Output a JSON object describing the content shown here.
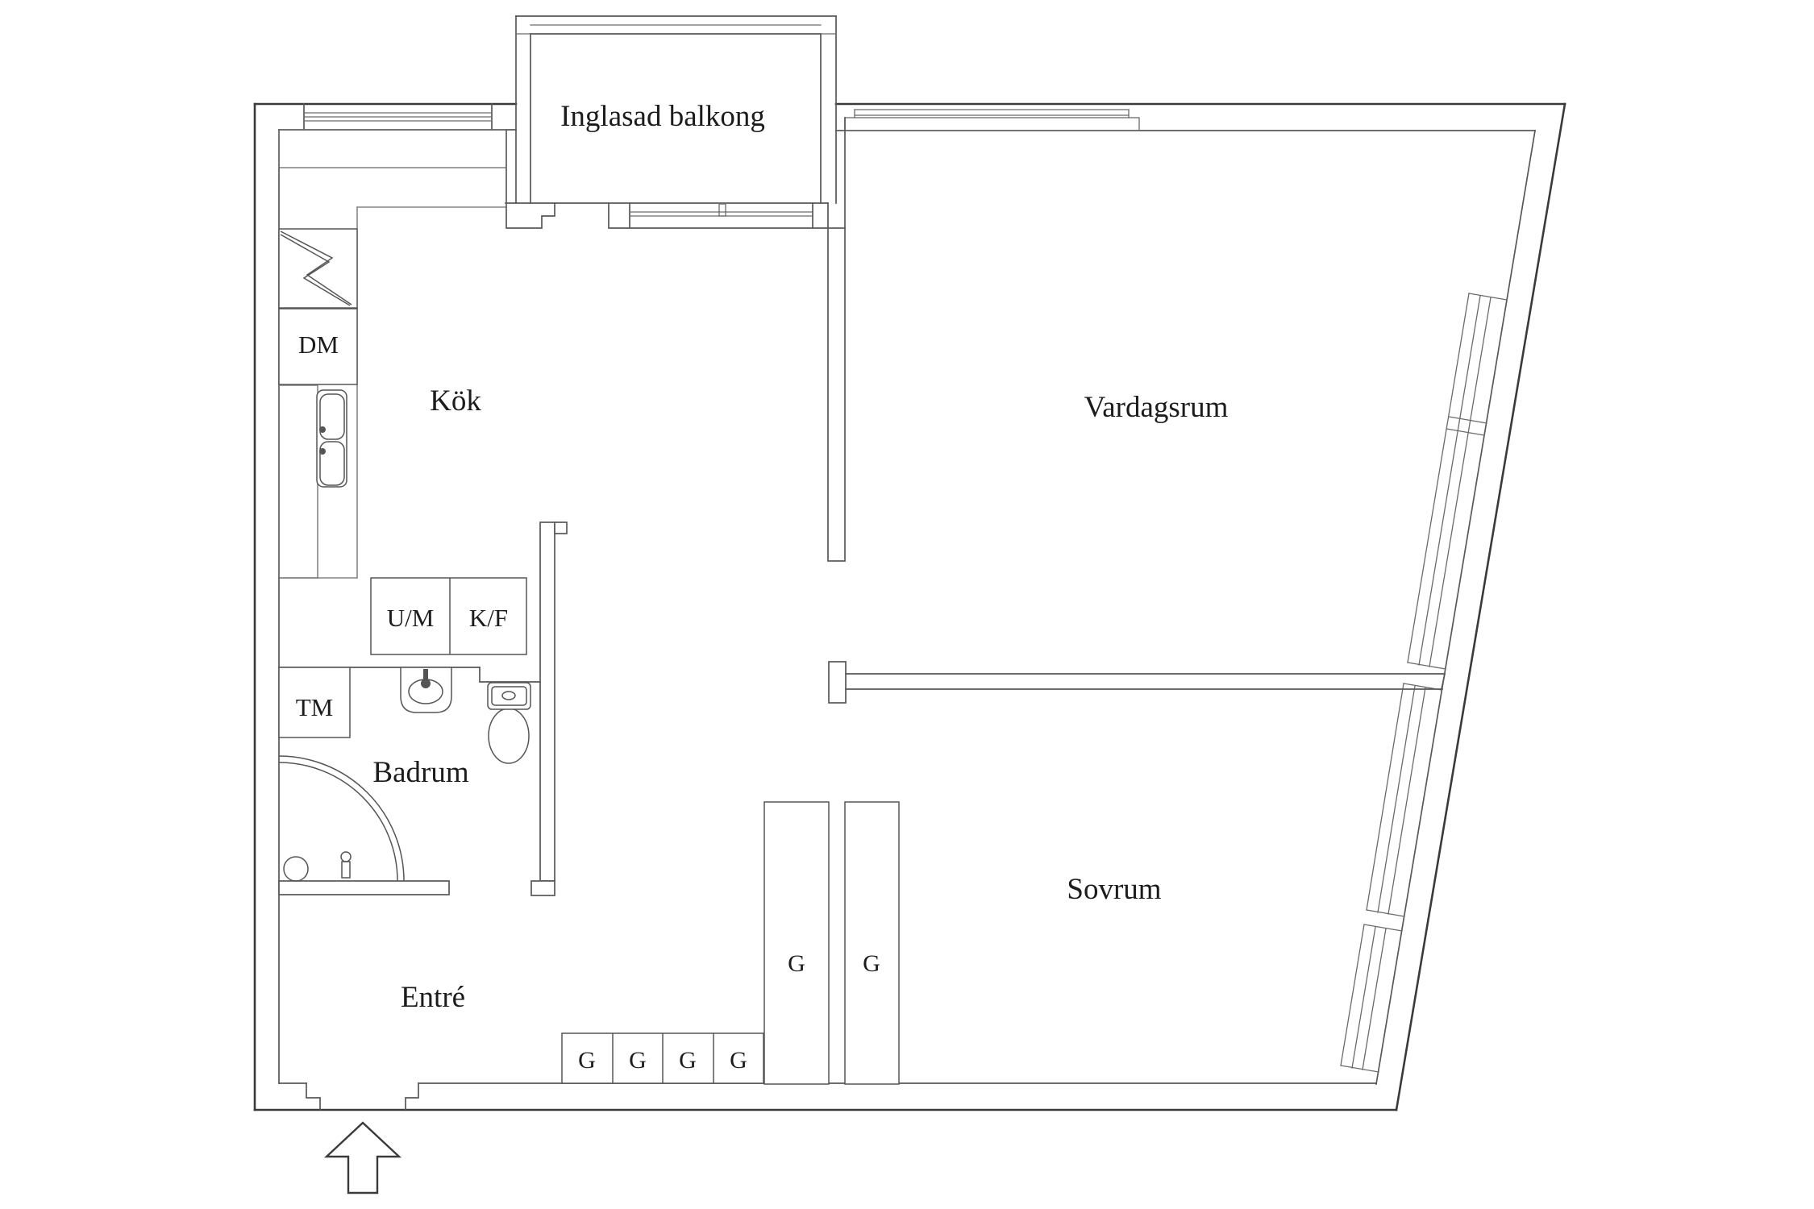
{
  "plan": {
    "type": "apartment-floor-plan",
    "background_color": "#ffffff",
    "wall_line_color": "#3a3a3a",
    "detail_line_color": "#585858",
    "labels": {
      "balcony": "Inglasad balkong",
      "kitchen": "Kök",
      "living_room": "Vardagsrum",
      "bedroom": "Sovrum",
      "bathroom": "Badrum",
      "entrance": "Entré",
      "dishwasher": "DM",
      "washing_machine": "TM",
      "oven_microwave": "U/M",
      "fridge_freezer": "K/F"
    },
    "wardrobes": [
      "G",
      "G",
      "G",
      "G",
      "G",
      "G"
    ],
    "fixtures": [
      "stove-icon",
      "kitchen-sink-icon",
      "washbasin-icon",
      "toilet-icon",
      "shower-icon",
      "entry-arrow-icon"
    ]
  }
}
